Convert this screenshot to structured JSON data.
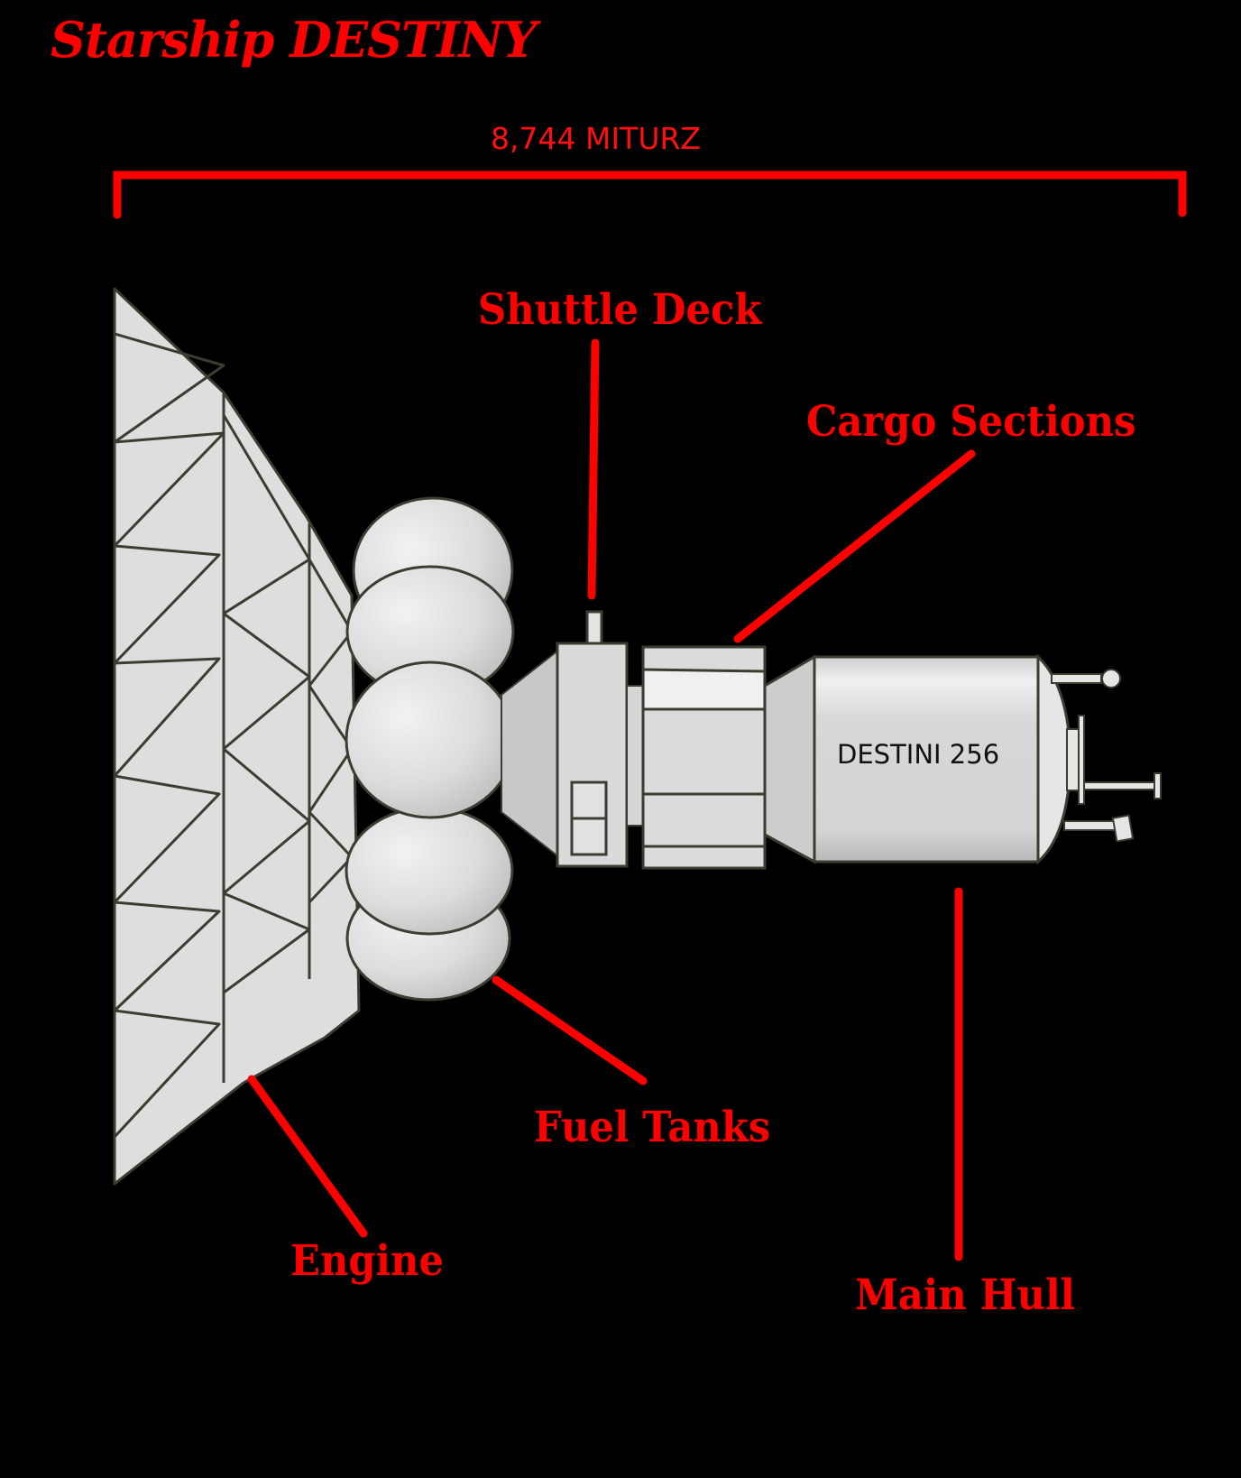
{
  "title": "Starship DESTINY",
  "dimension": "8,744 MITURZ",
  "hull_marking": "DESTINI 256",
  "labels": {
    "shuttle_deck": "Shuttle Deck",
    "cargo_sections": "Cargo Sections",
    "fuel_tanks": "Fuel Tanks",
    "engine": "Engine",
    "main_hull": "Main Hull"
  },
  "colors": {
    "label": "#ff0000",
    "background": "#000000",
    "hull": "#d9d9d9",
    "outline": "#3a3d30"
  }
}
